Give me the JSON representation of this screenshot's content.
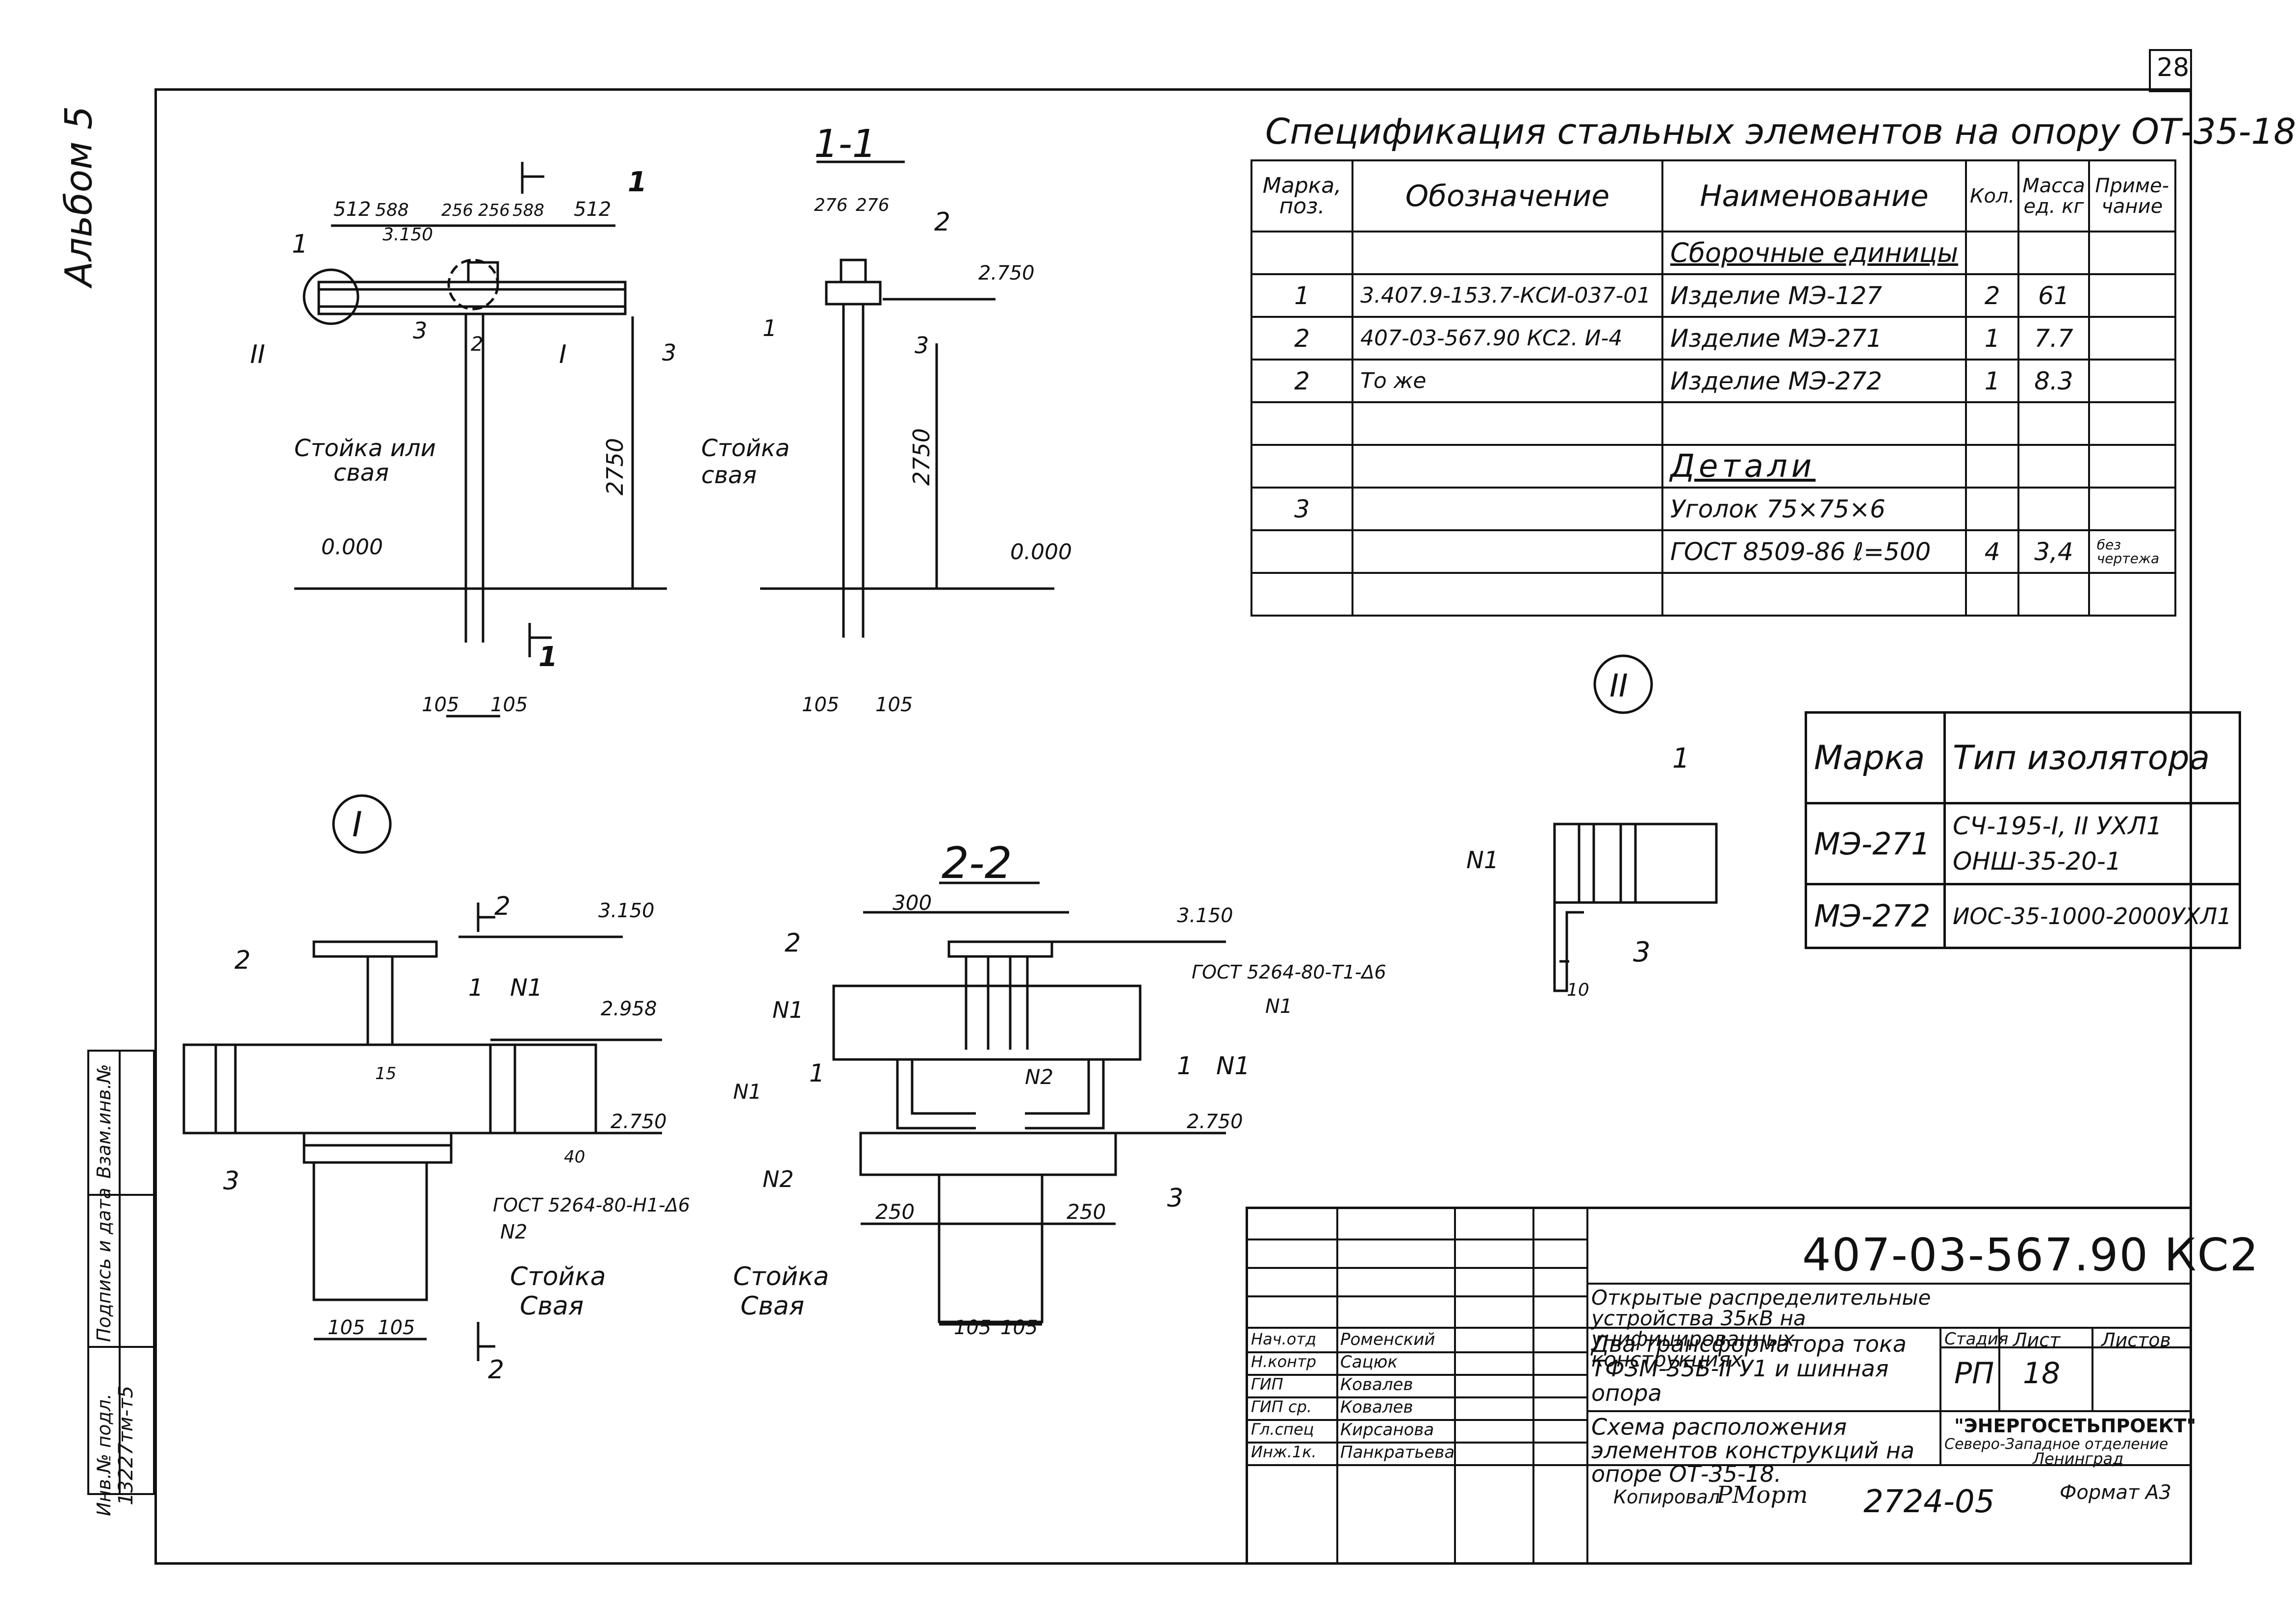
{
  "sheet": {
    "page_number": "28",
    "album": "Альбом 5",
    "drawing_code": "407-03-567.90 КС2",
    "copied_by": "Копировал",
    "copied_sign": "РМорт",
    "copy_number": "2724-05",
    "format": "Формат А3"
  },
  "spec_table": {
    "title": "Спецификация стальных элементов на опору ОТ-35-18",
    "headers": [
      "Марка, поз.",
      "Обозначение",
      "Наименование",
      "Кол.",
      "Масса ед. кг",
      "Приме-чание"
    ],
    "rows": [
      [
        "",
        "",
        "Сборочные единицы",
        "",
        "",
        ""
      ],
      [
        "1",
        "3.407.9-153.7-КСИ-037-01",
        "Изделие МЭ-127",
        "2",
        "61",
        ""
      ],
      [
        "2",
        "407-03-567.90 КС2. И-4",
        "Изделие МЭ-271",
        "1",
        "7.7",
        ""
      ],
      [
        "2",
        "То же",
        "Изделие МЭ-272",
        "1",
        "8.3",
        ""
      ],
      [
        "",
        "",
        "",
        "",
        "",
        ""
      ],
      [
        "",
        "",
        "Детали",
        "",
        "",
        ""
      ],
      [
        "3",
        "",
        "Уголок 75×75×6",
        "",
        "",
        ""
      ],
      [
        "",
        "",
        "ГОСТ 8509-86 ℓ=500",
        "4",
        "3,4",
        "без чертежа"
      ],
      [
        "",
        "",
        "",
        "",
        "",
        ""
      ]
    ]
  },
  "insulator_table": {
    "headers": [
      "Марка",
      "Тип изолятора"
    ],
    "rows": [
      [
        "МЭ-271",
        "СЧ-195-I, II УХЛ1",
        "ОНШ-35-20-1"
      ],
      [
        "МЭ-272",
        "ИОС-35-1000-2000УХЛ1",
        ""
      ]
    ]
  },
  "title_block": {
    "description": "Открытые распределительные устройства 35кВ на унифицированных конструкциях",
    "subject": "Два трансформатора тока ТФЗМ-35Б-II У1 и шинная опора",
    "sheet_title": "Схема расположения элементов конструкций на опоре ОТ-35-18.",
    "stage_label": "Стадия",
    "stage": "РП",
    "sheet_label": "Лист",
    "sheet": "18",
    "sheets_label": "Листов",
    "sheets": "",
    "organization": "\"ЭНЕРГОСЕТЬПРОЕКТ\"",
    "branch": "Северо-Западное отделение",
    "city": "Ленинград",
    "signatures": [
      {
        "role": "Нач.отд",
        "name": "Роменский"
      },
      {
        "role": "Н.контр",
        "name": "Сацюк"
      },
      {
        "role": "ГИП",
        "name": "Ковалев"
      },
      {
        "role": "ГИП ср.",
        "name": "Ковалев"
      },
      {
        "role": "Гл.спец",
        "name": "Кирсанова"
      },
      {
        "role": "Инж.1к.",
        "name": "Панкратьева"
      }
    ]
  },
  "side_stamp": {
    "labels": [
      "Инв.№ подл.",
      "Подпись и дата",
      "Взам.инв.№"
    ],
    "inv_number": "13227тм-т5"
  },
  "drawing_labels": {
    "section_1_1": "1-1",
    "section_2_2": "2-2",
    "detail_I": "I",
    "detail_II": "II",
    "post_label_1": "Стойка или",
    "post_label_2": "свая",
    "post_label_3": "Стойка",
    "post_label_4": "Свая",
    "elev_0": "0.000",
    "elev_2750": "2.750",
    "elev_2958": "2.958",
    "elev_3150": "3.150",
    "dim_2750": "2750",
    "dims_top": [
      "512",
      "588",
      "256",
      "256",
      "588",
      "512"
    ],
    "dims_11": [
      "276",
      "276"
    ],
    "dim_105": "105",
    "dim_300": "300",
    "dim_250": "250",
    "dim_15": "15",
    "dim_40": "40",
    "dim_10": "10",
    "weld_1": "ГОСТ 5264-80-Т1-Δ6",
    "weld_2": "ГОСТ 5264-80-Н1-Δ6",
    "weld_N1": "N1",
    "weld_N2": "N2",
    "pos_1": "1",
    "pos_2": "2",
    "pos_3": "3",
    "cut_1": "1",
    "cut_2": "2"
  }
}
